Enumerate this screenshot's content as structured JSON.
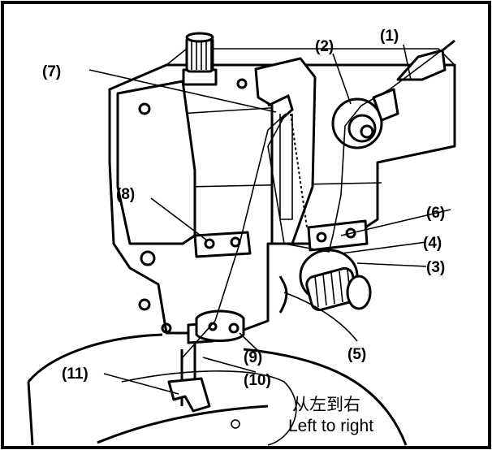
{
  "labels": {
    "l1": "(1)",
    "l2": "(2)",
    "l3": "(3)",
    "l4": "(4)",
    "l5": "(5)",
    "l6": "(6)",
    "l7": "(7)",
    "l8": "(8)",
    "l9": "(9)",
    "l10": "(10)",
    "l11": "(11)"
  },
  "caption": {
    "zh": "从左到右",
    "en": "Left to right"
  }
}
